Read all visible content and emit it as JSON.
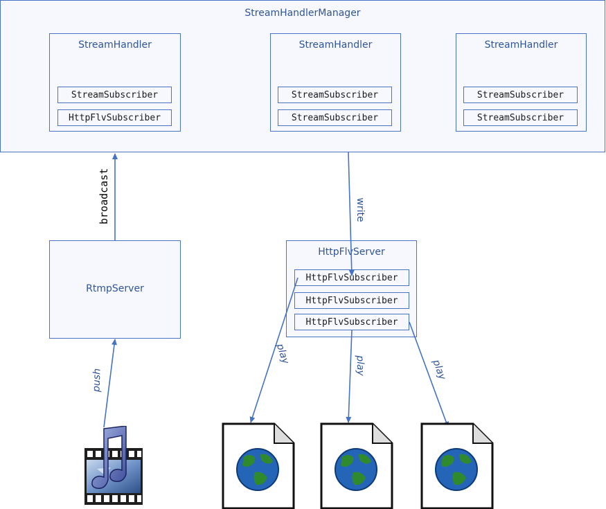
{
  "manager": {
    "title": "StreamHandlerManager",
    "handlers": [
      {
        "title": "StreamHandler",
        "subscribers": [
          "StreamSubscriber",
          "HttpFlvSubscriber"
        ]
      },
      {
        "title": "StreamHandler",
        "subscribers": [
          "StreamSubscriber",
          "StreamSubscriber"
        ]
      },
      {
        "title": "StreamHandler",
        "subscribers": [
          "StreamSubscriber",
          "StreamSubscriber"
        ]
      }
    ]
  },
  "rtmp_server": {
    "title": "RtmpServer"
  },
  "httpflv_server": {
    "title": "HttpFlvServer",
    "subscribers": [
      "HttpFlvSubscriber",
      "HttpFlvSubscriber",
      "HttpFlvSubscriber"
    ]
  },
  "edges": {
    "broadcast": "broadcast",
    "write": "write",
    "push": "push",
    "play_1": "play",
    "play_2": "play",
    "play_3": "play"
  },
  "icons": {
    "media_source": "media-file-icon",
    "web_page": "web-page-icon"
  },
  "colors": {
    "border": "#4a72c4",
    "title_text": "#2f5597",
    "arrow": "#4472c4",
    "box_fill": "#f7f8fd"
  }
}
